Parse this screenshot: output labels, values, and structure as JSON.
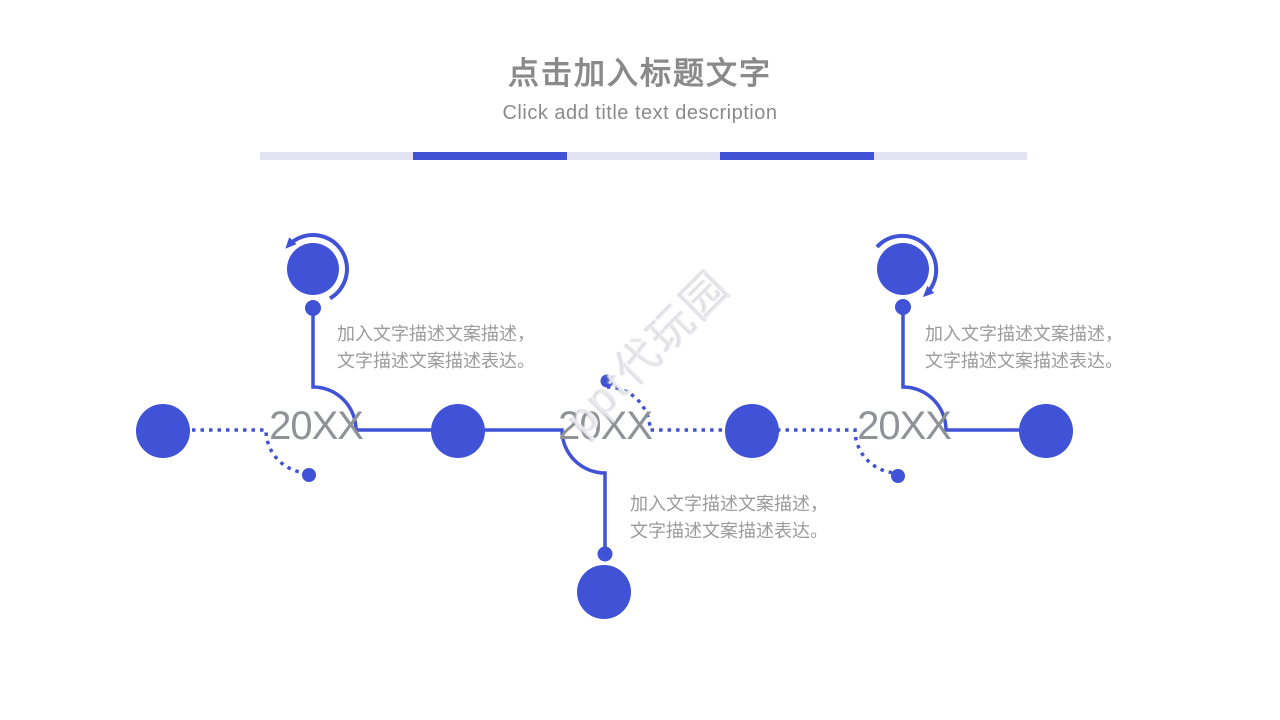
{
  "slide": {
    "title_zh": "点击加入标题文字",
    "title_en": "Click add title text description"
  },
  "divider_bar": {
    "segments": [
      "light",
      "accent",
      "light",
      "accent",
      "light"
    ]
  },
  "timeline": {
    "items": [
      {
        "year": "20XX",
        "desc_line1": "加入文字描述文案描述，",
        "desc_line2": "文字描述文案描述表达。"
      },
      {
        "year": "20XX",
        "desc_line1": "加入文字描述文案描述，",
        "desc_line2": "文字描述文案描述表达。"
      },
      {
        "year": "20XX",
        "desc_line1": "加入文字描述文案描述，",
        "desc_line2": "文字描述文案描述表达。"
      }
    ]
  },
  "watermark": {
    "text": "ppt代玩园"
  },
  "colors": {
    "accent_blue": "#4052d5",
    "bar_light": "#e3e3f4",
    "heading_gray": "#8a8a8a",
    "year_gray": "#8f9296",
    "desc_gray": "#9b9b9b"
  },
  "icons": {
    "rotation_arrow_left": "circular-arrow-counterclockwise",
    "rotation_arrow_right": "circular-arrow-clockwise",
    "timeline_node": "filled-circle",
    "connector_dot": "small-filled-circle"
  }
}
